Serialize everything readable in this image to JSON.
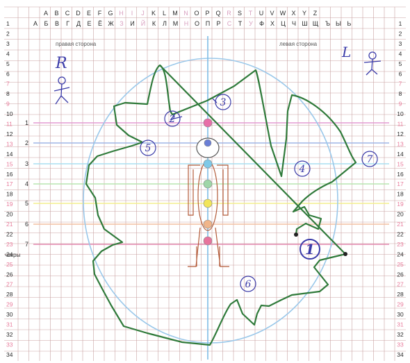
{
  "header": {
    "latin": [
      "A",
      "B",
      "C",
      "D",
      "E",
      "F",
      "G",
      "H",
      "I",
      "J",
      "K",
      "L",
      "M",
      "N",
      "O",
      "P",
      "Q",
      "R",
      "S",
      "T",
      "U",
      "V",
      "W",
      "X",
      "Y",
      "Z"
    ],
    "latin_colors": [
      "#2a2a2a",
      "#2a2a2a",
      "#2a2a2a",
      "#2a2a2a",
      "#2a2a2a",
      "#2a2a2a",
      "#2a2a2a",
      "#d9a0c0",
      "#d9a0c0",
      "#d9a0c0",
      "#2a2a2a",
      "#2a2a2a",
      "#2a2a2a",
      "#d9a0c0",
      "#2a2a2a",
      "#2a2a2a",
      "#2a2a2a",
      "#d9a0c0",
      "#2a2a2a",
      "#d9a0c0",
      "#2a2a2a",
      "#2a2a2a",
      "#2a2a2a",
      "#2a2a2a",
      "#2a2a2a",
      "#2a2a2a"
    ],
    "cyrillic": [
      "А",
      "Б",
      "В",
      "Г",
      "Д",
      "Е",
      "Ё",
      "Ж",
      "З",
      "И",
      "Й",
      "К",
      "Л",
      "М",
      "Н",
      "О",
      "П",
      "Р",
      "С",
      "Т",
      "У",
      "Ф",
      "Х",
      "Ц",
      "Ч",
      "Ш",
      "Щ",
      "Ъ",
      "Ы",
      "Ь"
    ],
    "cyrillic_colors": [
      "#2a2a2a",
      "#2a2a2a",
      "#2a2a2a",
      "#2a2a2a",
      "#2a2a2a",
      "#2a2a2a",
      "#2a2a2a",
      "#2a2a2a",
      "#d9a0c0",
      "#2a2a2a",
      "#d9a0c0",
      "#2a2a2a",
      "#2a2a2a",
      "#2a2a2a",
      "#d9a0c0",
      "#2a2a2a",
      "#2a2a2a",
      "#2a2a2a",
      "#d9a0c0",
      "#2a2a2a",
      "#d9a0c0",
      "#2a2a2a",
      "#2a2a2a",
      "#2a2a2a",
      "#2a2a2a",
      "#2a2a2a",
      "#2a2a2a",
      "#2a2a2a",
      "#2a2a2a",
      "#2a2a2a"
    ]
  },
  "rows": {
    "numbers": [
      "1",
      "2",
      "3",
      "4",
      "5",
      "6",
      "7",
      "8",
      "9",
      "10",
      "11",
      "12",
      "13",
      "14",
      "15",
      "16",
      "17",
      "18",
      "19",
      "20",
      "21",
      "22",
      "23",
      "24",
      "25",
      "26",
      "27",
      "28",
      "29",
      "30",
      "31",
      "32",
      "33",
      "34"
    ],
    "highlighted": [
      "7",
      "9",
      "11",
      "13",
      "15",
      "17",
      "19",
      "21",
      "23",
      "25",
      "27",
      "29",
      "31",
      "33"
    ],
    "highlight_color": "#e87a9a"
  },
  "labels": {
    "right_side": "правая сторона",
    "left_side": "левая сторона",
    "r_letter": "R",
    "l_letter": "L",
    "chakras": "чакры"
  },
  "chakra_numbers": [
    "1",
    "2",
    "3",
    "4",
    "5",
    "6",
    "7"
  ],
  "chakra_line_colors": [
    "#e39ad2",
    "#9fb6e6",
    "#a9dff0",
    "#b8e6b0",
    "#f2ee8c",
    "#f2bfa0",
    "#e38ab0"
  ],
  "chakra_dot_colors": [
    "#e76fa8",
    "#6a7fd6",
    "#7fc9e8",
    "#9fd6a8",
    "#f1e55a",
    "#f0b58a",
    "#e7739c"
  ],
  "zones": [
    "1",
    "2",
    "3",
    "4",
    "5",
    "6",
    "7"
  ],
  "colors": {
    "grid": "#c9a2a2",
    "aura_outline": "#2f7a3a",
    "ellipse": "#9ac8ea",
    "axis": "#7fbce6",
    "body": "#b35b39",
    "ink": "#3a3aa8"
  }
}
